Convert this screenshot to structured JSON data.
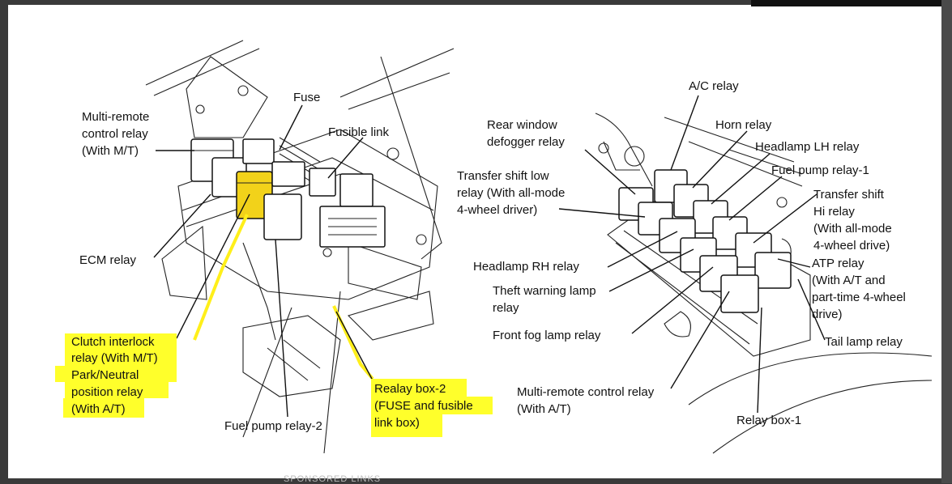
{
  "colors": {
    "highlight": "#ffff2b",
    "relay_highlight": "#f2d21a",
    "ink": "#111111"
  },
  "left_labels": {
    "fuse": "Fuse",
    "fusible_link": "Fusible link",
    "multi_remote_1": "Multi-remote",
    "multi_remote_2": "control relay",
    "multi_remote_3": "(With M/T)",
    "ecm_relay": "ECM relay",
    "clutch_1": "Clutch interlock",
    "clutch_2": "relay (With M/T)",
    "park_1": "Park/Neutral",
    "park_2": "position relay",
    "park_3": "(With A/T)",
    "fuel_pump_2": "Fuel pump relay-2",
    "relay_box2_1": "Realay box-2",
    "relay_box2_2": "(FUSE and fusible",
    "relay_box2_3": "link box)"
  },
  "right_labels": {
    "ac_relay": "A/C relay",
    "horn_relay": "Horn relay",
    "headlamp_lh": "Headlamp LH relay",
    "fuel_pump_1": "Fuel pump relay-1",
    "rear_window_1": "Rear window",
    "rear_window_2": "defogger relay",
    "transfer_low_1": "Transfer shift low",
    "transfer_low_2": "relay (With all-mode",
    "transfer_low_3": "4-wheel driver)",
    "transfer_hi_1": "Transfer shift",
    "transfer_hi_2": "Hi relay",
    "transfer_hi_3": "(With all-mode",
    "transfer_hi_4": "4-wheel drive)",
    "atp_1": "ATP relay",
    "atp_2": "(With A/T and",
    "atp_3": "part-time 4-wheel",
    "atp_4": "drive)",
    "headlamp_rh": "Headlamp RH relay",
    "theft_1": "Theft warning lamp",
    "theft_2": "relay",
    "front_fog": "Front fog lamp relay",
    "tail_lamp": "Tail lamp relay",
    "multi_remote_at_1": "Multi-remote control relay",
    "multi_remote_at_2": "(With A/T)",
    "relay_box1": "Relay box-1"
  },
  "footer_text": "SPONSORED LINKS"
}
